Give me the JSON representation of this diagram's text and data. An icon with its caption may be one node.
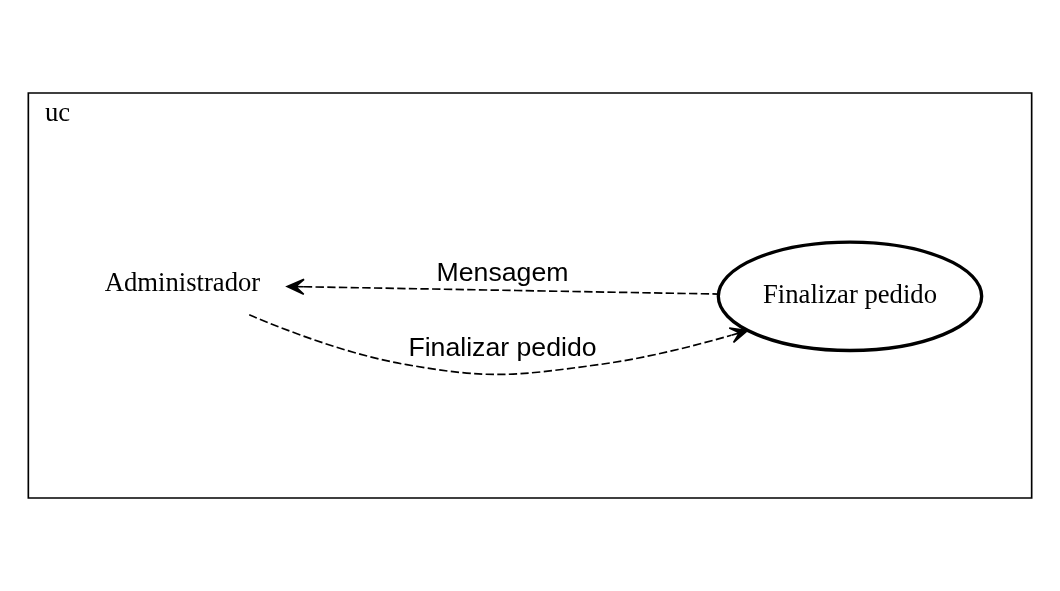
{
  "diagram": {
    "nodes": [
      {
        "text": [
          "uc"
        ]
      },
      {
        "text": [
          "Administrador"
        ],
        "in": 0
      },
      {
        "text": [
          "Finalizar pedido"
        ],
        "in": 0
      }
    ],
    "edges": [
      {
        "from": 1,
        "to": 2,
        "arrow": "to",
        "label": "Finalizar pedido",
        "style": "dashed"
      },
      {
        "from": 2,
        "to": 1,
        "arrow": "to",
        "label": "Mensagem",
        "style": "dashed"
      }
    ]
  }
}
